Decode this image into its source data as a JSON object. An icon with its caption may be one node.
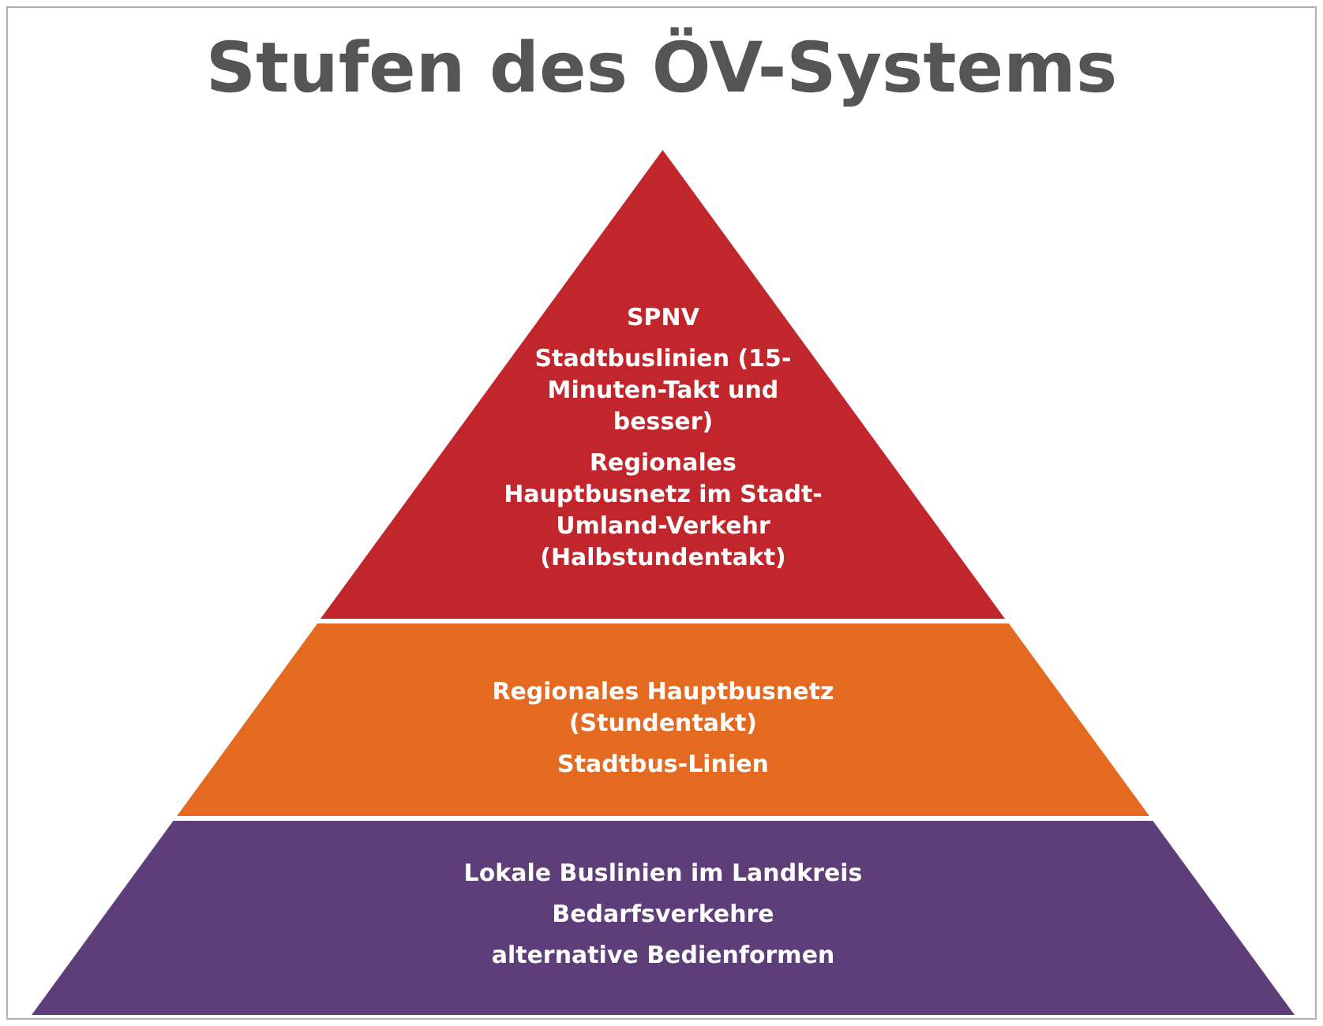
{
  "diagram": {
    "title": "Stufen des ÖV-Systems",
    "nodes": [
      {
        "text": [
          "SPNV",
          "Stadtbuslinien (15-Minuten-Takt und besser)",
          "Regionales Hauptbusnetz im Stadt-Umland-Verkehr (Halbstundentakt)"
        ]
      },
      {
        "text": [
          "Regionales Hauptbusnetz (Stundentakt)",
          "Stadtbus-Linien"
        ]
      },
      {
        "text": [
          "Lokale Buslinien im Landkreis",
          "Bedarfsverkehre",
          "alternative Bedienformen"
        ]
      }
    ],
    "edges": []
  }
}
